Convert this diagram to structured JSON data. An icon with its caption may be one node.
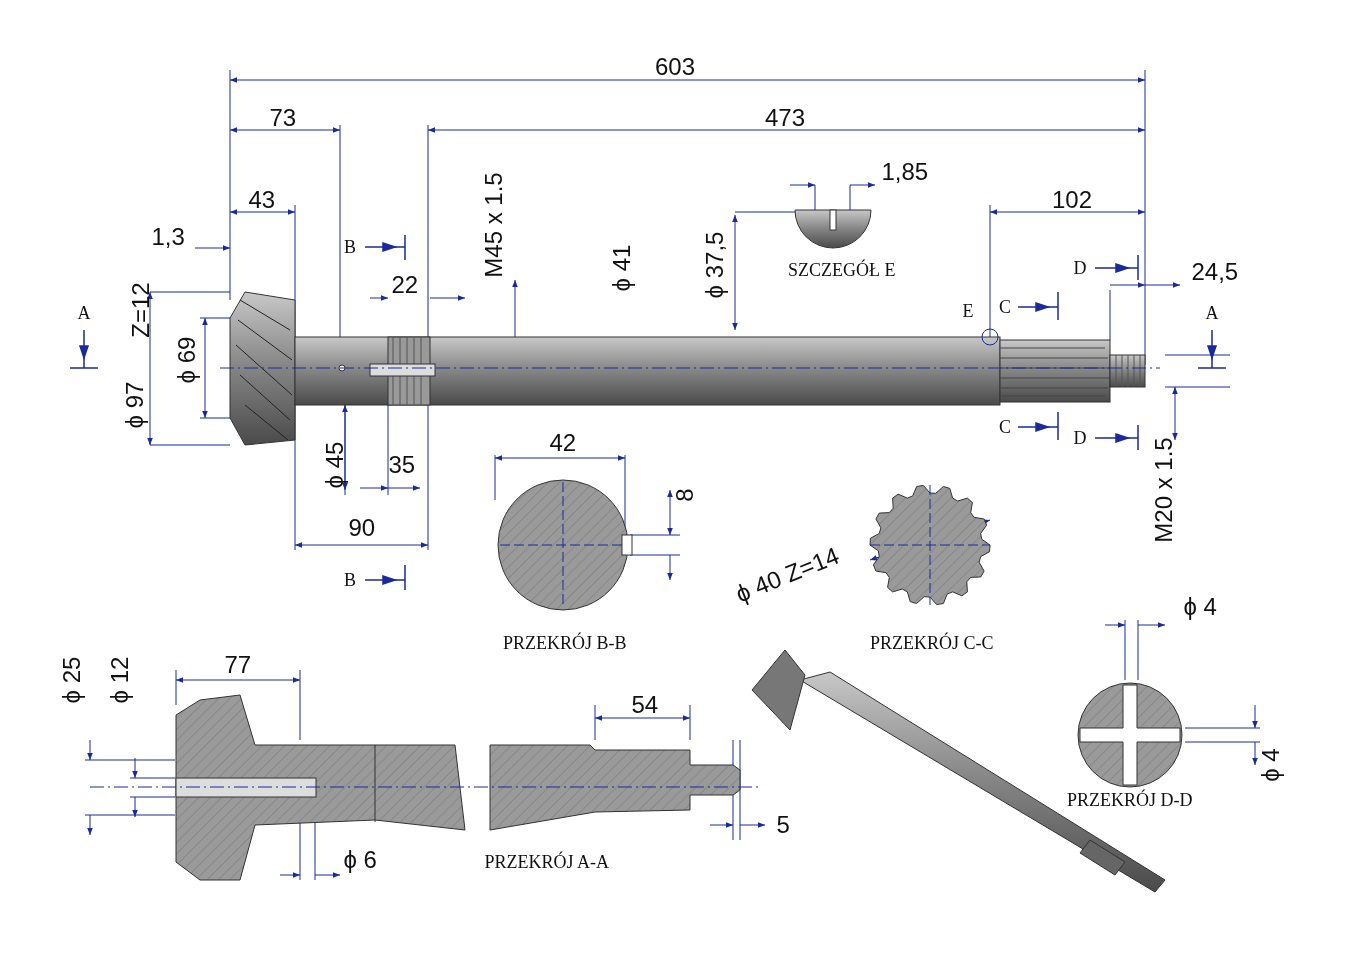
{
  "diagram": {
    "labels": [
      "603",
      "73",
      "473",
      "1,85",
      "43",
      "102",
      "1,3",
      "B",
      "SZCZEGÓŁ E",
      "D",
      "24,5",
      "22",
      "M45 x 1.5",
      "ϕ 41",
      "ϕ 37,5",
      "Z=12",
      "A",
      "E",
      "C",
      "A",
      "ϕ 97",
      "ϕ 69",
      "C",
      "D",
      "ϕ 45",
      "35",
      "M20 x 1.5",
      "42",
      "8",
      "90",
      "B",
      "ϕ 40 Z=14",
      "PRZEKRÓJ B-B",
      "PRZEKRÓJ C-C",
      "ϕ 4",
      "ϕ 25",
      "ϕ 12",
      "77",
      "54",
      "ϕ 4",
      "5",
      "ϕ 6",
      "PRZEKRÓJ A-A",
      "PRZEKRÓJ D-D"
    ]
  }
}
